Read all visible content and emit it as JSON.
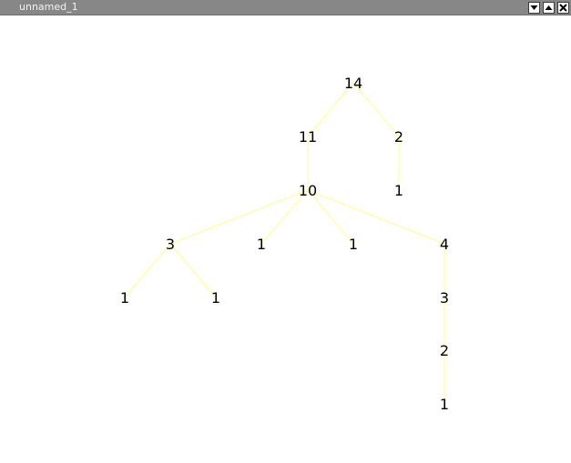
{
  "window": {
    "title": "unnamed_1",
    "controls": {
      "minimize_icon": "triangle-down-icon",
      "maximize_icon": "triangle-up-icon",
      "close_icon": "x-close-icon"
    }
  },
  "colors": {
    "titlebar": "#878787",
    "title_text": "#f4f4f4",
    "edge": "#ffff99",
    "node_text": "#000000",
    "background": "#ffffff"
  },
  "tree": {
    "nodes": [
      {
        "id": "n0",
        "label": "14",
        "parent": null
      },
      {
        "id": "n1",
        "label": "11",
        "parent": "n0"
      },
      {
        "id": "n2",
        "label": "2",
        "parent": "n0"
      },
      {
        "id": "n3",
        "label": "10",
        "parent": "n1"
      },
      {
        "id": "n4",
        "label": "1",
        "parent": "n2"
      },
      {
        "id": "n5",
        "label": "3",
        "parent": "n3"
      },
      {
        "id": "n6",
        "label": "1",
        "parent": "n3"
      },
      {
        "id": "n7",
        "label": "1",
        "parent": "n3"
      },
      {
        "id": "n8",
        "label": "4",
        "parent": "n3"
      },
      {
        "id": "n9",
        "label": "1",
        "parent": "n5"
      },
      {
        "id": "n10",
        "label": "1",
        "parent": "n5"
      },
      {
        "id": "n11",
        "label": "3",
        "parent": "n8"
      },
      {
        "id": "n12",
        "label": "2",
        "parent": "n11"
      },
      {
        "id": "n13",
        "label": "1",
        "parent": "n12"
      }
    ]
  }
}
